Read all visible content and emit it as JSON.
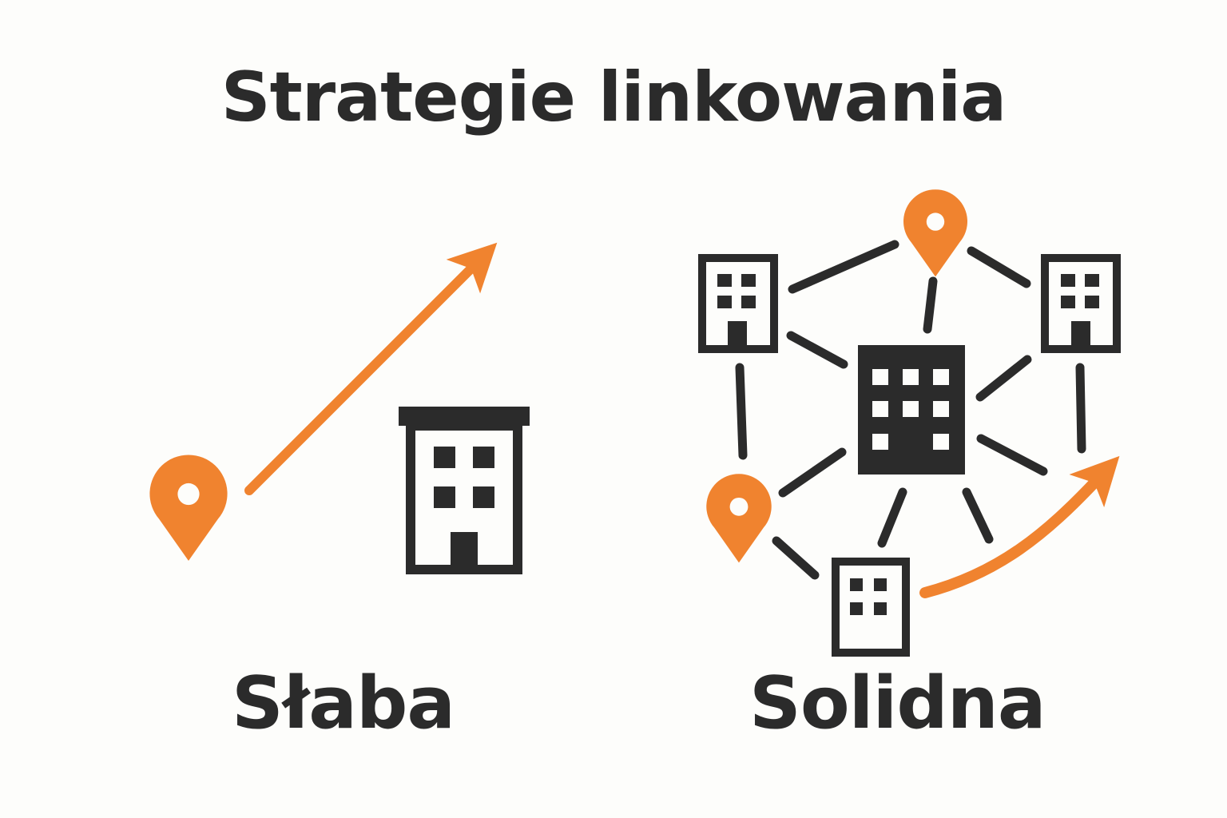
{
  "title": "Strategie linkowania",
  "labels": {
    "weak": "Słaba",
    "solid": "Solidna"
  },
  "colors": {
    "accent": "#f0832f",
    "ink": "#2b2b2b",
    "background": "#fdfdfb"
  },
  "icons": [
    "location-pin-icon",
    "building-icon",
    "arrow-icon"
  ]
}
